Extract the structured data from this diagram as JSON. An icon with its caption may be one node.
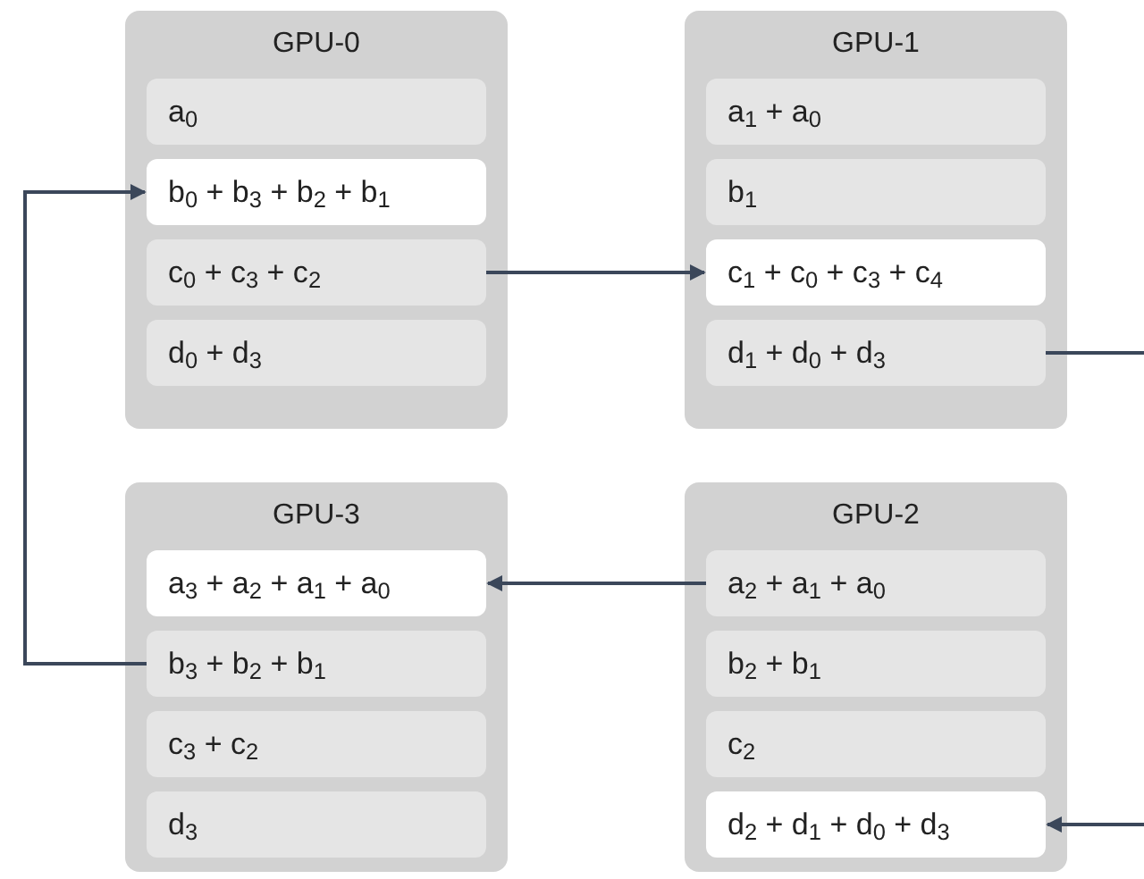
{
  "diagram": {
    "nodes": [
      {
        "text": [
          "GPU-0"
        ]
      },
      {
        "text": [
          "a$_{0}$"
        ],
        "in": 0
      },
      {
        "text": [
          "b$_{0}$ + b$_{3}$ + b$_{2}$ + b$_{1}$"
        ],
        "in": 0
      },
      {
        "text": [
          "c$_{0}$ + c$_{3}$ + c$_{2}$"
        ],
        "in": 0
      },
      {
        "text": [
          "d$_{0}$ + d$_{3}$"
        ],
        "in": 0
      },
      {
        "text": [
          "GPU-1"
        ]
      },
      {
        "text": [
          "a$_{1}$ + a$_{0}$"
        ],
        "in": 5
      },
      {
        "text": [
          "b$_{1}$"
        ],
        "in": 5
      },
      {
        "text": [
          "c$_{1}$ + c$_{0}$ + c$_{3}$ + c$_{4}$"
        ],
        "in": 5
      },
      {
        "text": [
          "d$_{1}$ + d$_{0}$ + d$_{3}$"
        ],
        "in": 5
      },
      {
        "text": [
          "GPU-3"
        ]
      },
      {
        "text": [
          "a$_{3}$ + a$_{2}$ + a$_{1}$ + a$_{0}$"
        ],
        "in": 10
      },
      {
        "text": [
          "b$_{3}$ + b$_{2}$ + b$_{1}$"
        ],
        "in": 10
      },
      {
        "text": [
          "c$_{3}$ + c$_{2}$"
        ],
        "in": 10
      },
      {
        "text": [
          "d$_{3}$"
        ],
        "in": 10
      },
      {
        "text": [
          "GPU-2"
        ]
      },
      {
        "text": [
          "a$_{2}$ + a$_{1}$ + a$_{0}$"
        ],
        "in": 15
      },
      {
        "text": [
          "b$_{2}$ + b$_{1}$"
        ],
        "in": 15
      },
      {
        "text": [
          "c$_{2}$"
        ],
        "in": 15
      },
      {
        "text": [
          "d$_{2}$ + d$_{1}$ + d$_{0}$ + d$_{3}$"
        ],
        "in": 15
      }
    ],
    "edges": [
      {
        "from": 3,
        "to": 8,
        "arrow": "to"
      },
      {
        "from": 9,
        "to": null,
        "arrow": "none"
      },
      {
        "from": null,
        "to": 19,
        "arrow": "to"
      },
      {
        "from": 16,
        "to": 11,
        "arrow": "to"
      },
      {
        "from": 12,
        "to": 2,
        "arrow": "to"
      }
    ]
  }
}
